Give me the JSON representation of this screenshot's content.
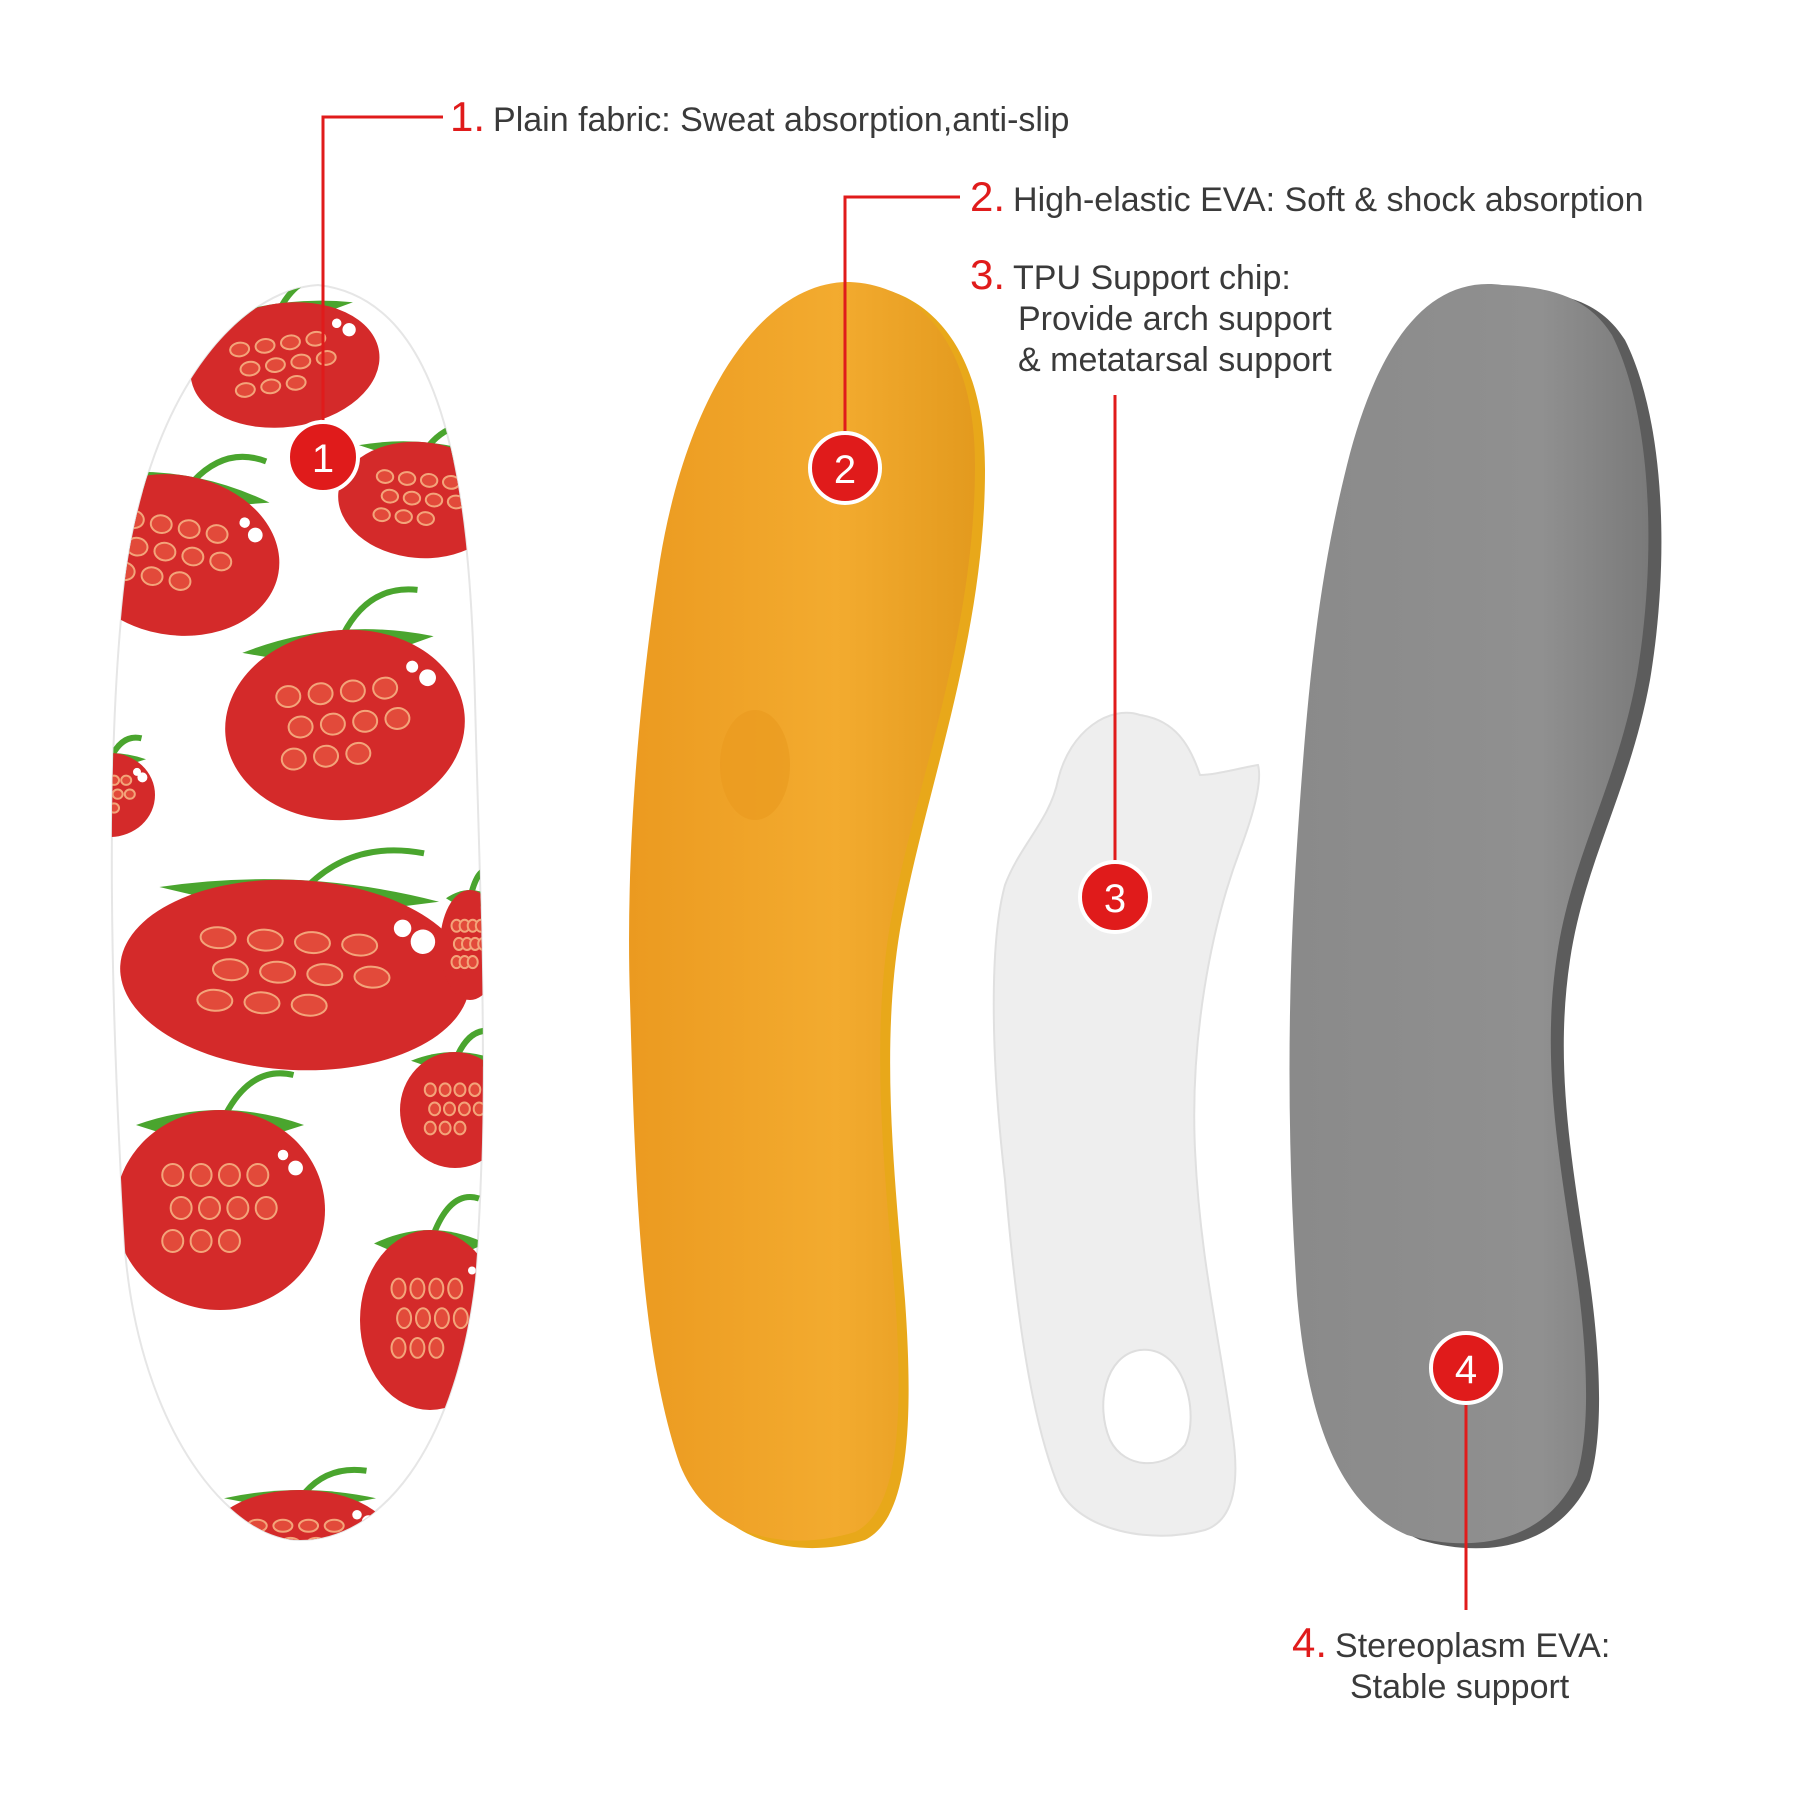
{
  "callouts": [
    {
      "number": "1.",
      "badge": "1",
      "lines": [
        "Plain fabric: Sweat absorption,anti-slip"
      ]
    },
    {
      "number": "2.",
      "badge": "2",
      "lines": [
        "High-elastic EVA: Soft & shock absorption"
      ]
    },
    {
      "number": "3.",
      "badge": "3",
      "lines": [
        "TPU Support chip:",
        "Provide arch support",
        "& metatarsal support"
      ]
    },
    {
      "number": "4.",
      "badge": "4",
      "lines": [
        "Stereoplasm EVA:",
        "Stable support"
      ]
    }
  ],
  "colors": {
    "accent_red": "#e01b1b",
    "strawberry_red": "#d42a2a",
    "leaf_green": "#4aa52e",
    "orange_eva": "#f0a428",
    "grey_eva": "#8d8d8d",
    "tpu_white": "#eeeeee"
  }
}
